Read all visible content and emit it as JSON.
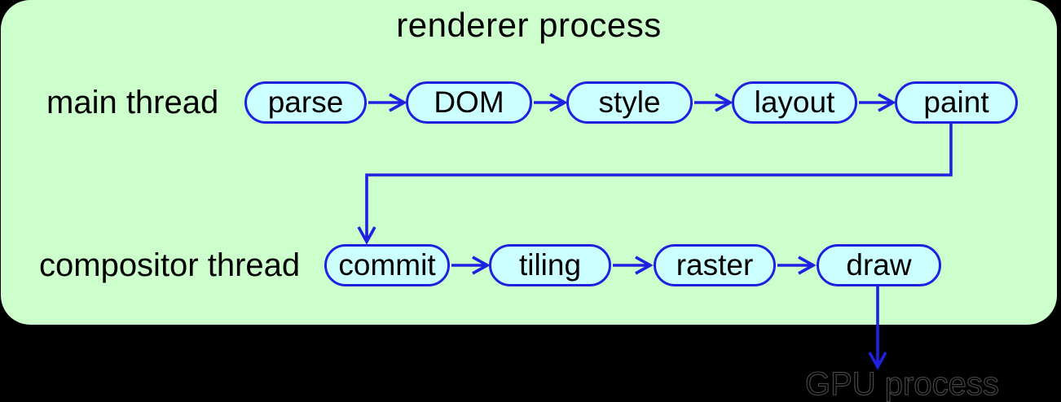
{
  "title": "renderer process",
  "rows": [
    {
      "label": "main thread",
      "nodes": [
        {
          "label": "parse"
        },
        {
          "label": "DOM"
        },
        {
          "label": "style"
        },
        {
          "label": "layout"
        },
        {
          "label": "paint"
        }
      ]
    },
    {
      "label": "compositor thread",
      "nodes": [
        {
          "label": "commit"
        },
        {
          "label": "tiling"
        },
        {
          "label": "raster"
        },
        {
          "label": "draw"
        }
      ]
    }
  ],
  "external": {
    "label": "GPU process"
  },
  "connections": [
    {
      "from": "parse",
      "to": "DOM"
    },
    {
      "from": "DOM",
      "to": "style"
    },
    {
      "from": "style",
      "to": "layout"
    },
    {
      "from": "layout",
      "to": "paint"
    },
    {
      "from": "paint",
      "to": "commit"
    },
    {
      "from": "commit",
      "to": "tiling"
    },
    {
      "from": "tiling",
      "to": "raster"
    },
    {
      "from": "raster",
      "to": "draw"
    },
    {
      "from": "draw",
      "to": "GPU process"
    }
  ],
  "colors": {
    "canvas": "#000000",
    "box": "#ccffcc",
    "node-fill": "#ccffff",
    "stroke": "#2020e0",
    "text": "#000000",
    "outside-text-outline": "#4b4b4b"
  }
}
